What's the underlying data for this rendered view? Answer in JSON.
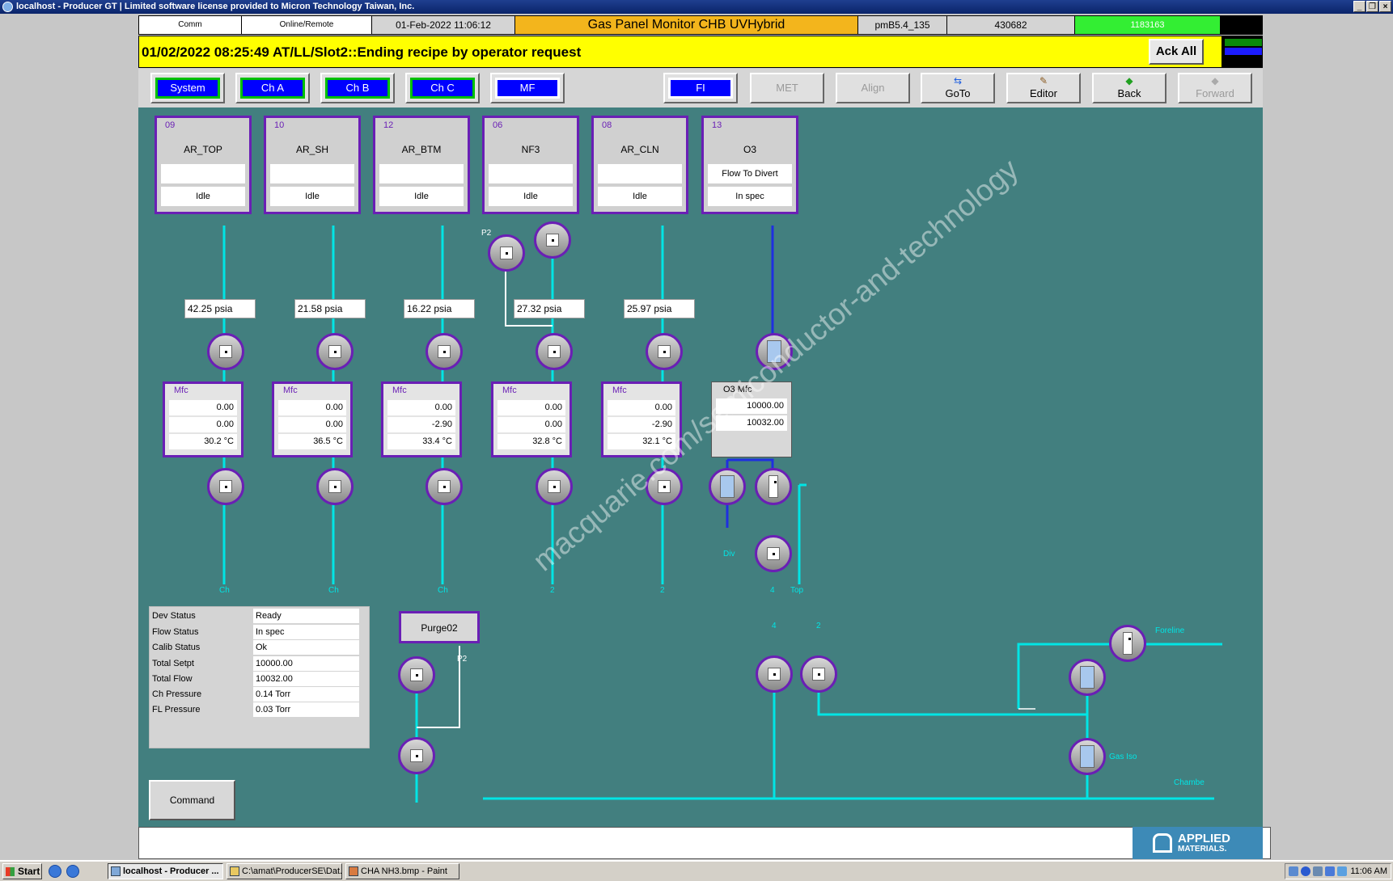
{
  "window": {
    "title": "localhost - Producer GT | Limited software license provided to Micron Technology Taiwan, Inc."
  },
  "status_bar": {
    "comm": "Comm",
    "mode": "Online/Remote",
    "datetime": "01-Feb-2022 11:06:12",
    "title": "Gas Panel Monitor  CHB UVHybrid",
    "version": "pmB5.4_135",
    "counter1": "430682",
    "counter2": "1183163"
  },
  "alarm": {
    "message": "01/02/2022 08:25:49 AT/LL/Slot2::Ending recipe by operator request",
    "ack_all": "Ack All"
  },
  "nav": {
    "system": "System",
    "cha": "Ch A",
    "chb": "Ch B",
    "chc": "Ch C",
    "mf": "MF",
    "fi": "FI",
    "met": "MET",
    "align": "Align",
    "goto": "GoTo",
    "editor": "Editor",
    "back": "Back",
    "forward": "Forward"
  },
  "gas_lines": [
    {
      "num": "09",
      "name": "AR_TOP",
      "field1": "",
      "status": "Idle",
      "pressure": "42.25 psia",
      "mfc_label": "Mfc",
      "mfc_v1": "0.00",
      "mfc_v2": "0.00",
      "mfc_temp": "30.2 °C",
      "dest": "Ch"
    },
    {
      "num": "10",
      "name": "AR_SH",
      "field1": "",
      "status": "Idle",
      "pressure": "21.58 psia",
      "mfc_label": "Mfc",
      "mfc_v1": "0.00",
      "mfc_v2": "0.00",
      "mfc_temp": "36.5 °C",
      "dest": "Ch"
    },
    {
      "num": "12",
      "name": "AR_BTM",
      "field1": "",
      "status": "Idle",
      "pressure": "16.22 psia",
      "mfc_label": "Mfc",
      "mfc_v1": "0.00",
      "mfc_v2": "-2.90",
      "mfc_temp": "33.4 °C",
      "dest": "Ch"
    },
    {
      "num": "06",
      "name": "NF3",
      "field1": "",
      "status": "Idle",
      "pressure": "27.32 psia",
      "mfc_label": "Mfc",
      "mfc_v1": "0.00",
      "mfc_v2": "0.00",
      "mfc_temp": "32.8 °C",
      "dest": "2"
    },
    {
      "num": "08",
      "name": "AR_CLN",
      "field1": "",
      "status": "Idle",
      "pressure": "25.97 psia",
      "mfc_label": "Mfc",
      "mfc_v1": "0.00",
      "mfc_v2": "-2.90",
      "mfc_temp": "32.1 °C",
      "dest": "2"
    },
    {
      "num": "13",
      "name": "O3",
      "field1": "Flow To Divert",
      "status": "In spec",
      "mfc_label": "O3 Mfc",
      "mfc_v1": "10000.00",
      "mfc_v2": "10032.00",
      "dest": "4"
    }
  ],
  "labels": {
    "p2": "P2",
    "p2b": "P2",
    "div": "Div",
    "top": "Top",
    "four": "4",
    "two": "2",
    "foreline": "Foreline",
    "gas_iso": "Gas Iso",
    "chamber": "Chambe"
  },
  "status_panel": [
    {
      "key": "Dev Status",
      "value": "Ready"
    },
    {
      "key": "Flow Status",
      "value": "In spec"
    },
    {
      "key": "Calib Status",
      "value": "Ok"
    },
    {
      "key": "Total Setpt",
      "value": "10000.00"
    },
    {
      "key": "Total Flow",
      "value": "10032.00"
    },
    {
      "key": "Ch Pressure",
      "value": "0.14 Torr"
    },
    {
      "key": "FL Pressure",
      "value": "0.03 Torr"
    }
  ],
  "buttons": {
    "purge": "Purge02",
    "command": "Command"
  },
  "watermark": "macquarie.com/semiconductor-and-technology",
  "logo": {
    "line1": "APPLIED",
    "line2": "MATERIALS."
  },
  "taskbar": {
    "start": "Start",
    "tasks": [
      "localhost - Producer ...",
      "C:\\amat\\ProducerSE\\Dat...",
      "CHA NH3.bmp - Paint"
    ],
    "clock": "11:06 AM"
  },
  "colors": {
    "panel": "#427f7f",
    "pipe": "#00e5e5",
    "active_pipe": "#1f2fe0",
    "valve_border": "#6a1fb5",
    "alarm": "#ffff00",
    "nav_active": "#0000ff"
  }
}
